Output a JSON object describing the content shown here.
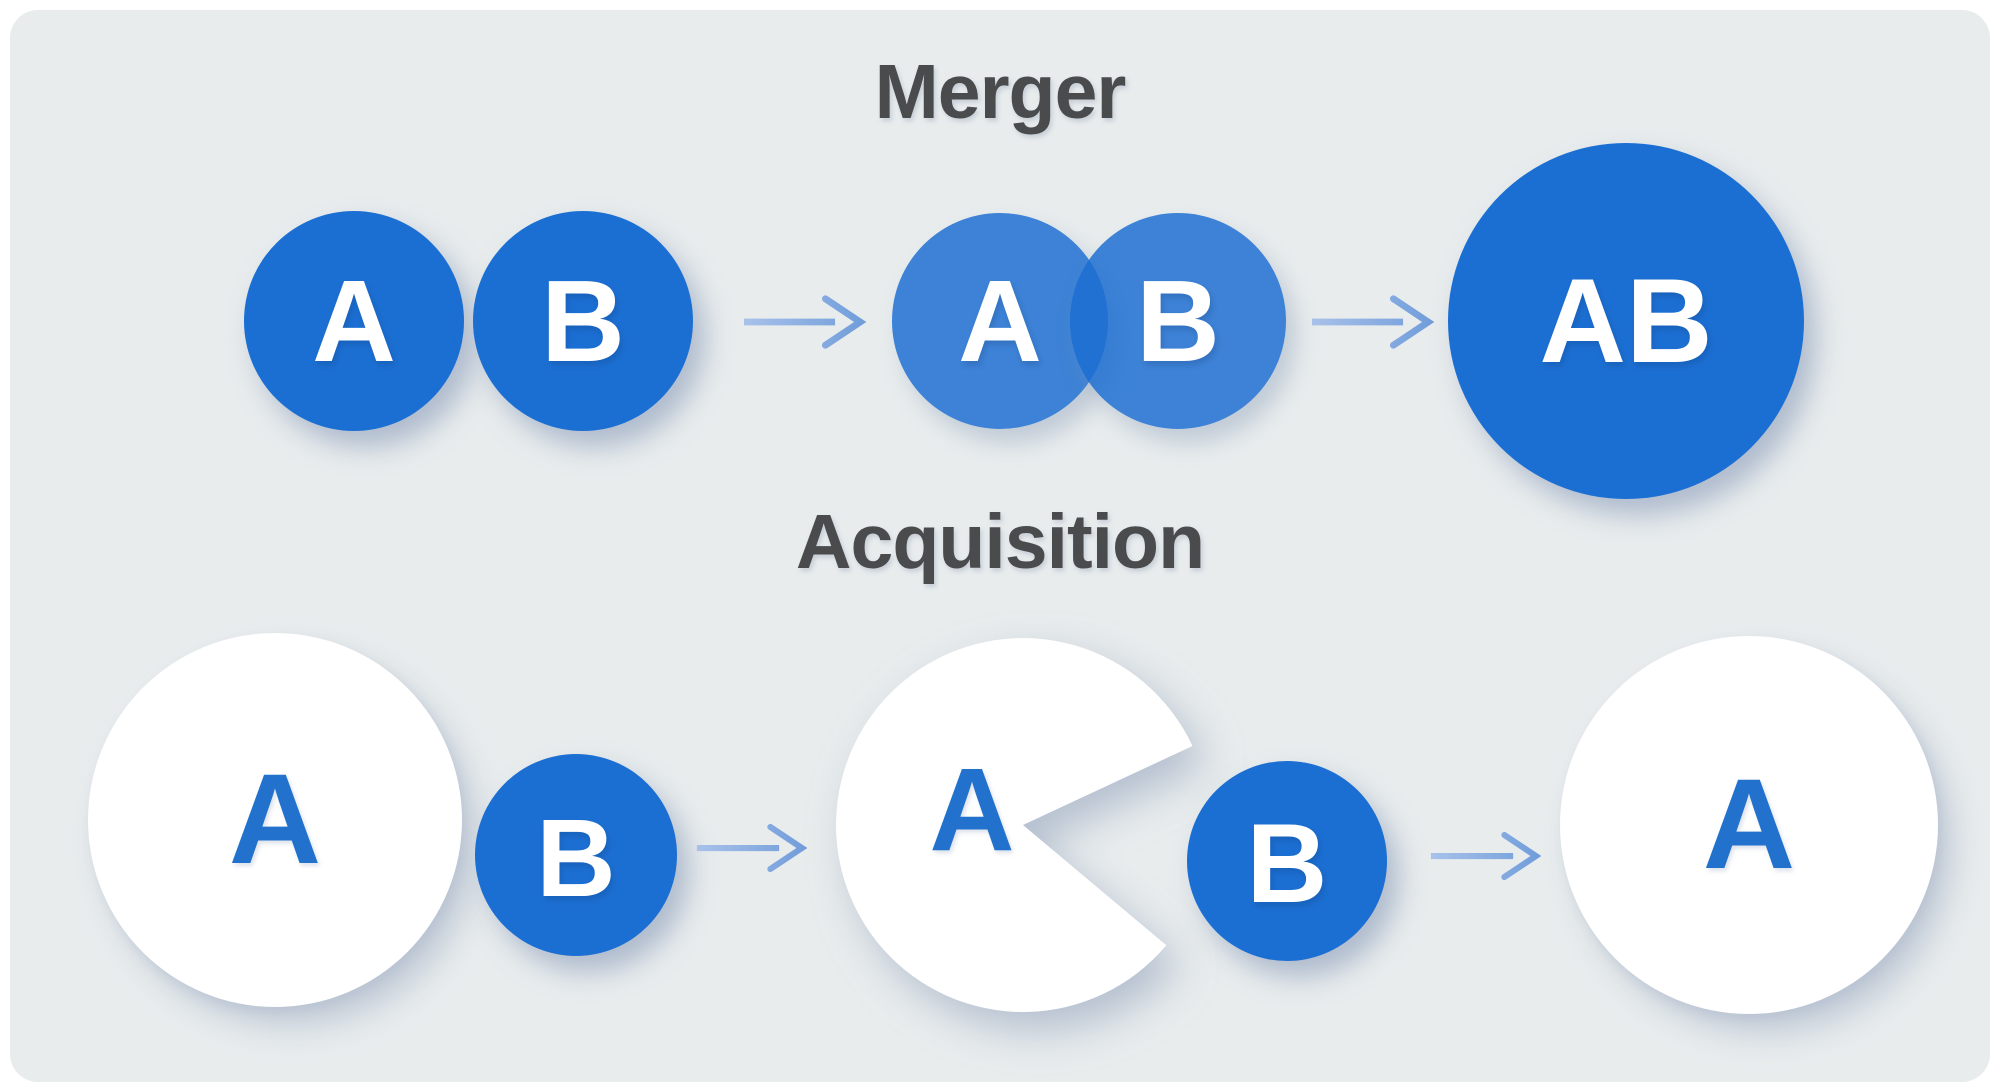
{
  "merger": {
    "title": "Merger",
    "company_a": "A",
    "company_b": "B",
    "overlap_a": "A",
    "overlap_b": "B",
    "merged_company": "AB"
  },
  "acquisition": {
    "title": "Acquisition",
    "acquiring_company": "A",
    "target_company": "B",
    "acquiring_company_mid": "A",
    "target_company_mid": "B",
    "resulting_company": "A"
  },
  "icons": {
    "arrow_right": "right-arrow"
  },
  "palette": {
    "frame_bg": "#ffffff",
    "canvas_bg": "#e8eced",
    "primary_blue": "#1c6fd2",
    "ghost_blue": "rgba(28,110,210,0.84)",
    "blue_text": "#2272cd",
    "heading_gray": "#4a4b4d",
    "arrow_light": "#a9c2ea",
    "arrow_dark": "#6f9cda",
    "white": "#ffffff"
  }
}
